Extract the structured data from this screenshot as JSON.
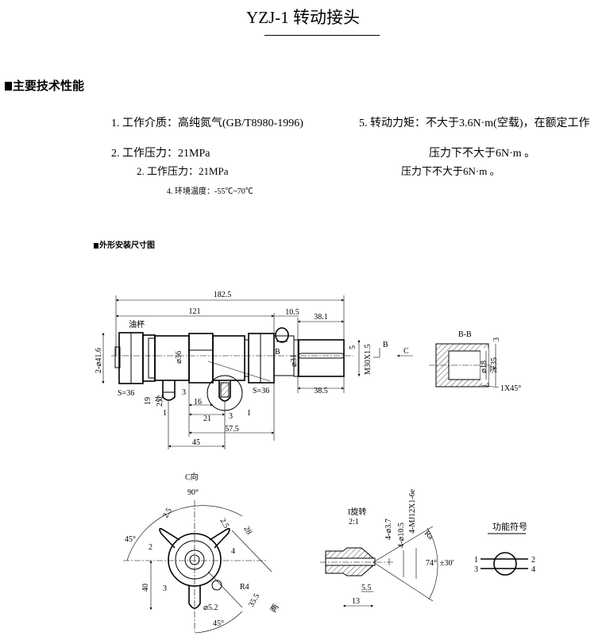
{
  "title": "YZJ-1 转动接头",
  "section_specs": "主要技术性能",
  "specs": {
    "item1": "1. 工作介质：高纯氮气(GB/T8980-1996)",
    "item2a": "2. 工作压力：21MPa",
    "item2b": "2. 工作压力：21MPa",
    "item4": "4. 环境温度：-55℃~70℃",
    "item5_line1": "5. 转动力矩：不大于3.6N·m(空载)，在额定工作",
    "item5_line2a": "压力下不大于6N·m 。",
    "item5_line2b": "压力下不大于6N·m 。"
  },
  "section_drawing": "外形安装尺寸图",
  "main_view": {
    "d_overall": "182.5",
    "d_121": "121",
    "d_10_5": "10.5",
    "d_38_1": "38.1",
    "d_38_5": "38.5",
    "oil_cup": "油杯",
    "d_41_6": "2-⌀41.6",
    "d_36": "⌀36",
    "d_31": "⌀31",
    "d_5": "5",
    "thread": "M30X1.5",
    "b_mark": "B",
    "c_mark": "C",
    "b1": "B",
    "s36_left": "S=36",
    "s36_right": "S=36",
    "d_19": "19",
    "d_2": "2处",
    "d_3": "3",
    "d_16": "16",
    "port1": "1",
    "port3": "3",
    "detail1": "1",
    "d_21": "21",
    "d_57_5": "57.5",
    "d_45": "45"
  },
  "section_bb": {
    "label": "B-B",
    "d_3": "3",
    "d_18": "⌀18",
    "d_35": "深35",
    "chamfer": "1X45°"
  },
  "c_view": {
    "label": "C向",
    "a90": "90°",
    "a45_left": "45°",
    "a45_bottom": "45°",
    "d25_left": "2.5",
    "d25_right": "2.5",
    "d28": "28",
    "port2": "2",
    "port4": "4",
    "d40": "40",
    "d3": "3",
    "r4": "R4",
    "d35_5": "35.5",
    "d5_2": "⌀5.2",
    "note": "两"
  },
  "detail_i": {
    "label": "I旋转",
    "scale": "2:1",
    "d_3_7": "4-⌀3.7",
    "d_10_5": "4-⌀10.5",
    "thread": "4-MJ12X1-6e",
    "ra": "Ra",
    "angle": "74°",
    "tol": "±30′",
    "d_5_5": "5.5",
    "d_13": "13"
  },
  "function_symbol": {
    "label": "功能符号",
    "p1": "1",
    "p2": "2",
    "p3": "3",
    "p4": "4"
  }
}
